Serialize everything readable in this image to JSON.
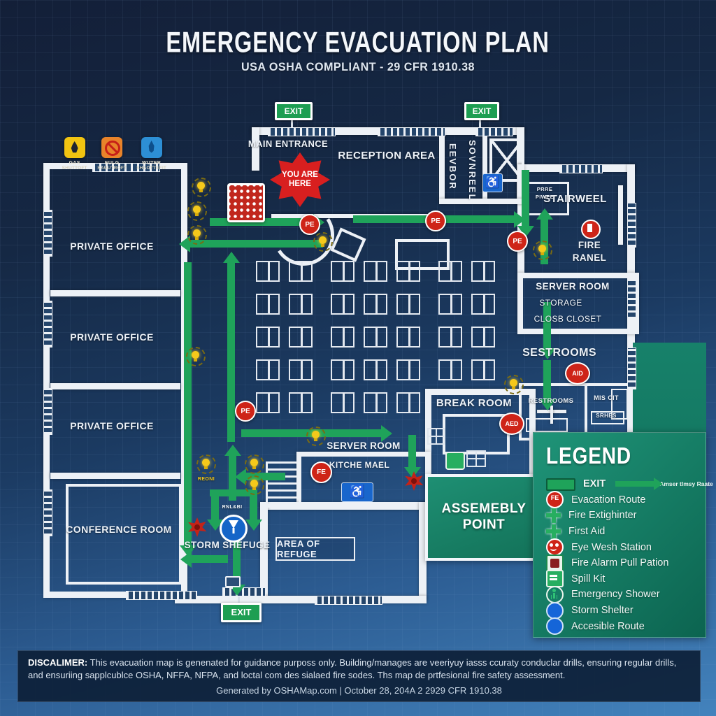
{
  "title": {
    "main": "EMERGENCY EVACUATION PLAN",
    "sub": "USA OSHA COMPLIANT - 29 CFR 1910.38"
  },
  "shutoffs": [
    {
      "name": "gas-shutoff",
      "line1": "GAS",
      "line2": "SHUTTOFT"
    },
    {
      "name": "electric-shutoff",
      "line1": "EULG",
      "line2": "SAUUTROFT"
    },
    {
      "name": "water-shutoff",
      "line1": "WUTER",
      "line2": "SHAOTTEFIT"
    }
  ],
  "plan": {
    "exit_top_left": "EXIT",
    "exit_top_right": "EXIT",
    "exit_bottom": "EXIT",
    "main_entrance": "MAIN ENTRANCE",
    "you_are_here": "YOU ARE HERE",
    "reception": "RECEPTION AREA",
    "elevator_v1": "EEVBOR",
    "elevator_v2": "SOVNREEL",
    "stairwell": "STAIRWEEL",
    "fire_panel_box_1": "PRRE",
    "fire_panel_box_2": "PIWEE",
    "fire_panel_1": "FIRE",
    "fire_panel_2": "RANEL",
    "server_room_right": "SERVER ROOM",
    "storage": "STORAGE",
    "close_closet": "CLOSB CLOSET",
    "restrooms_big": "SESTROOMS",
    "restrooms_room": "RESTROOMS",
    "misc_room": "MIS CIT",
    "misc_sub": "SRHES",
    "private_office_1": "PRIVATE OFFICE",
    "private_office_2": "PRIVATE OFFICE",
    "private_office_3": "PRIVATE OFFICE",
    "conference": "CONFERENCE ROOM",
    "break_room": "BREAK ROOM",
    "server_room_mid": "SERVER ROOM",
    "kitchen": "KITCHE MAEL",
    "storm_shelter": "STORM SHEFUGE",
    "storm_small": "RNL&BI",
    "area_of_refuge": "AREA OF REFUGE",
    "assembly_1": "ASSEMEBLY",
    "assembly_2": "POINT",
    "reoni": "REONI"
  },
  "badges": {
    "pe": "PE",
    "fe": "FE",
    "aid": "AID",
    "aed": "AED"
  },
  "legend": {
    "title": "LEGEND",
    "items": [
      {
        "icon": "exit-swatch",
        "label": "EXIT",
        "note": "Amser tlmsy Raate"
      },
      {
        "icon": "fe-badge",
        "badge": "FE",
        "label": "Evacation Route"
      },
      {
        "icon": "green-cross",
        "label": "Fire Extighinter"
      },
      {
        "icon": "green-cross",
        "label": "First Aid"
      },
      {
        "icon": "eye-wash",
        "label": "Eye Wesh Station"
      },
      {
        "icon": "pull-station",
        "label": "Fire Alarm Pull Pation"
      },
      {
        "icon": "spill-kit",
        "label": "Spill Kit"
      },
      {
        "icon": "shower",
        "label": "Emergency Shower"
      },
      {
        "icon": "blue-circle",
        "label": "Storm Shelter"
      },
      {
        "icon": "blue-circle",
        "label": "Accesible Route"
      }
    ]
  },
  "disclaimer": {
    "bold": "DISCALIMER:",
    "line1": "This evacuation map is genenated for guidance purposs only. Building/manages are veeriyuy iasss ccuraty conduclar drills, ensuring regular drills, and",
    "line2": "ensuriing sapplcublce OSHA, NFFA, NFPA, and loctal com des sialaed fire sodes. Ths map de prtfesional fire safety assessment."
  },
  "footer": {
    "text": "Generated by OSHAMap.com | October 28, 204A 2 2929 CFR 1910.38"
  },
  "floor": {
    "desk_rows": [
      [
        2,
        3,
        2
      ],
      [
        2,
        3,
        2
      ],
      [
        2,
        3,
        2
      ],
      [
        2,
        3,
        2
      ],
      [
        2,
        3
      ]
    ]
  },
  "colors": {
    "route_green": "#1FA35A",
    "alert_red": "#CE2418",
    "warning_yellow": "#F2C514",
    "wall_white": "#EDF1F6",
    "legend_green": "#15806A",
    "shelter_blue": "#1565C8"
  }
}
